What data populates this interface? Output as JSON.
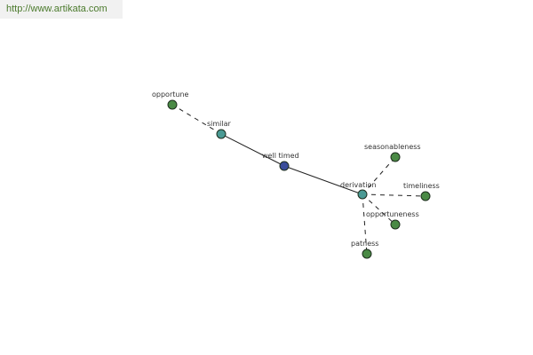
{
  "watermark": "http://www.artikata.com",
  "colors": {
    "root": "#3a4d9a",
    "mid": "#4a9a94",
    "leaf": "#4a8a45"
  },
  "graph": {
    "nodes": [
      {
        "id": "opportune",
        "label": "opportune",
        "kind": "leaf"
      },
      {
        "id": "similar",
        "label": "similar",
        "kind": "mid"
      },
      {
        "id": "well-timed",
        "label": "well timed",
        "kind": "root"
      },
      {
        "id": "derivation",
        "label": "derivation",
        "kind": "mid"
      },
      {
        "id": "seasonableness",
        "label": "seasonableness",
        "kind": "leaf"
      },
      {
        "id": "timeliness",
        "label": "timeliness",
        "kind": "leaf"
      },
      {
        "id": "opportuneness",
        "label": "opportuneness",
        "kind": "leaf"
      },
      {
        "id": "patness",
        "label": "patness",
        "kind": "leaf"
      }
    ],
    "edges": [
      {
        "from": "similar",
        "to": "opportune",
        "style": "dashed"
      },
      {
        "from": "well-timed",
        "to": "similar",
        "style": "solid"
      },
      {
        "from": "well-timed",
        "to": "derivation",
        "style": "solid"
      },
      {
        "from": "derivation",
        "to": "seasonableness",
        "style": "dashed"
      },
      {
        "from": "derivation",
        "to": "timeliness",
        "style": "dashed"
      },
      {
        "from": "derivation",
        "to": "opportuneness",
        "style": "dashed"
      },
      {
        "from": "derivation",
        "to": "patness",
        "style": "dashed"
      }
    ]
  }
}
